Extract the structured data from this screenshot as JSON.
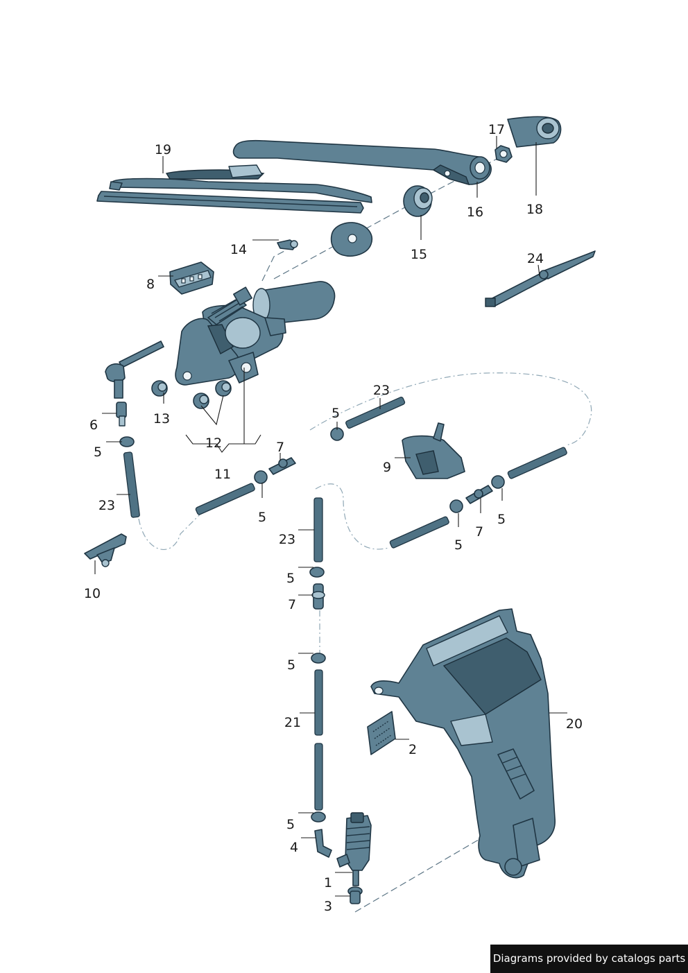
{
  "labels": [
    "19",
    "17",
    "16",
    "18",
    "14",
    "15",
    "8",
    "24",
    "6",
    "13",
    "12",
    "11",
    "5",
    "23",
    "7",
    "9",
    "10",
    "21",
    "20",
    "2",
    "4",
    "1",
    "3"
  ],
  "footer": {
    "text": "Diagrams provided by catalogs parts",
    "background": "#111111",
    "color": "#ffffff"
  },
  "colors": {
    "part_fill": "#5f8294",
    "part_outline": "#1f3543",
    "hose_dash": "#8fa7b5"
  }
}
